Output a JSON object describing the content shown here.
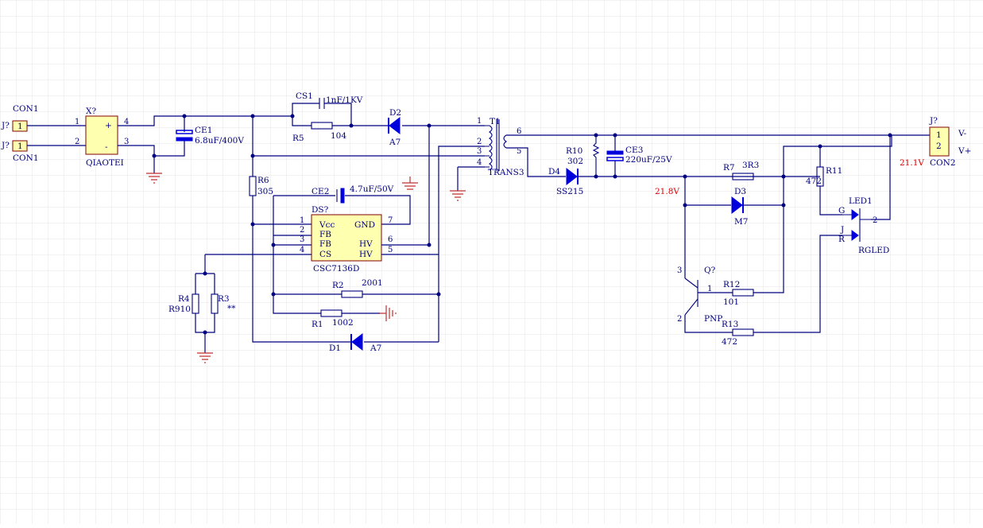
{
  "labels": {
    "con1_title": "CON1",
    "con1_bottom": "CON1",
    "j_a": "J?",
    "j_b": "J?",
    "j1_pin": "1",
    "j2_pin": "1",
    "x_ref": "X?",
    "x_name": "QIAOTEI",
    "x_plus": "+",
    "x_minus": "-",
    "x_p1": "1",
    "x_p2": "2",
    "x_p3": "3",
    "x_p4": "4",
    "ce1": "CE1",
    "ce1_val": "6.8uF/400V",
    "cs1": "CS1",
    "cs1_val": "1nF/1KV",
    "r5": "R5",
    "r5_val": "104",
    "d2": "D2",
    "d2_val": "A7",
    "r6": "R6",
    "r6_val": "305",
    "ce2": "CE2",
    "ce2_val": "4.7uF/50V",
    "ds": "DS?",
    "ds_name": "CSC7136D",
    "ds_vcc": "Vcc",
    "ds_fb1": "FB",
    "ds_fb2": "FB",
    "ds_cs": "CS",
    "ds_gnd": "GND",
    "ds_hv1": "HV",
    "ds_hv2": "HV",
    "ds_p1": "1",
    "ds_p2": "2",
    "ds_p3": "3",
    "ds_p4": "4",
    "ds_p5": "5",
    "ds_p6": "6",
    "ds_p7": "7",
    "r2": "R2",
    "r2_val": "2001",
    "r1": "R1",
    "r1_val": "1002",
    "d1": "D1",
    "d1_val": "A7",
    "r4": "R4",
    "r4_val": "R910",
    "r3": "R3",
    "r3_val": "**",
    "t1": "T1",
    "t1_name": "TRANS3",
    "t_p1": "1",
    "t_p2": "2",
    "t_p3": "3",
    "t_p4": "4",
    "t_p5": "5",
    "t_p6": "6",
    "r10": "R10",
    "r10_val": "302",
    "d4": "D4",
    "d4_val": "SS215",
    "ce3": "CE3",
    "ce3_val": "220uF/25V",
    "r7": "R7",
    "r7_val": "3R3",
    "d3": "D3",
    "d3_val": "M7",
    "v218": "21.8V",
    "q": "Q?",
    "q_type": "PNP",
    "q_p1": "1",
    "q_p2": "2",
    "q_p3": "3",
    "r12": "R12",
    "r12_val": "101",
    "r13": "R13",
    "r13_val": "472",
    "r11": "R11",
    "r11_val": "472",
    "led1": "LED1",
    "led_g": "G",
    "led_r": "R",
    "led_j": "J",
    "led_p2": "2",
    "led_name": "RGLED",
    "j_out": "J?",
    "con2": "CON2",
    "v211": "21.1V",
    "vminus": "V-",
    "vplus": "V+",
    "con2_p1": "1",
    "con2_p2": "2"
  },
  "colors": {
    "wire": "#000080",
    "component_body": "#ffffb0",
    "grid": "#e6e6e6",
    "ground": "#c03030",
    "diode_fill": "#0000dd",
    "voltage_label": "#e00000"
  }
}
